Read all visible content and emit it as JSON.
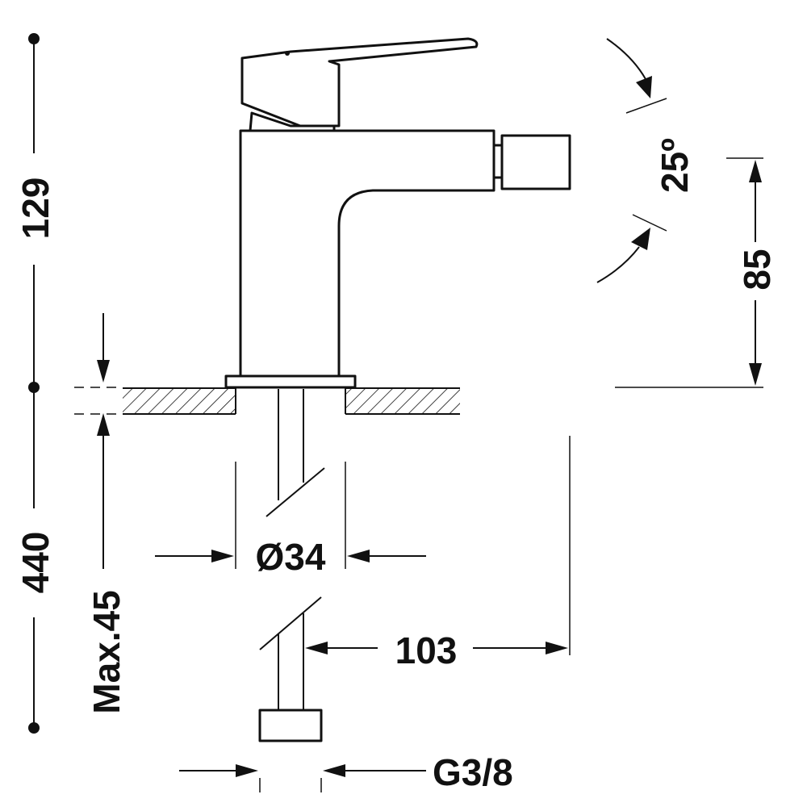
{
  "dimensions": {
    "total_height": "129",
    "lower_height": "440",
    "max_thickness": "Max.45",
    "hole_diameter": "Ø34",
    "spout_reach": "103",
    "spout_height": "85",
    "lever_angle": "25º",
    "thread": "G3/8"
  }
}
